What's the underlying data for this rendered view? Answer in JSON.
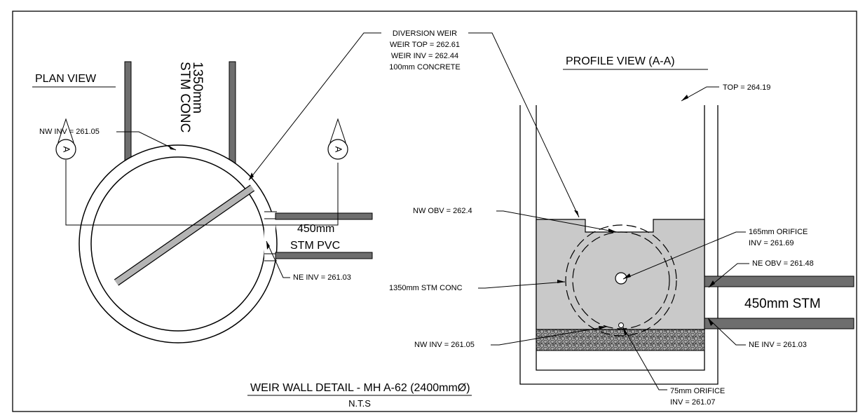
{
  "plan": {
    "title": "PLAN VIEW",
    "pipe_top_line1": "1350mm",
    "pipe_top_line2": "STM CONC",
    "pipe_right_line1": "450mm",
    "pipe_right_line2": "STM PVC",
    "nw_inv": "NW INV = 261.05",
    "ne_inv": "NE INV = 261.03",
    "section_marker": "A"
  },
  "weir_callout": {
    "line1": "DIVERSION WEIR",
    "line2": "WEIR TOP = 262.61",
    "line3": "WEIR INV = 262.44",
    "line4": "100mm CONCRETE"
  },
  "profile": {
    "title": "PROFILE VIEW (A-A)",
    "top": "TOP = 264.19",
    "nw_obv": "NW OBV = 262.4",
    "orifice_165_line1": "165mm ORIFICE",
    "orifice_165_line2": "INV = 261.69",
    "ne_obv": "NE OBV = 261.48",
    "pipe_right_label": "450mm STM",
    "conc_label": "1350mm STM CONC",
    "nw_inv": "NW INV = 261.05",
    "ne_inv": "NE INV = 261.03",
    "orifice_75_line1": "75mm ORIFICE",
    "orifice_75_line2": "INV = 261.07"
  },
  "footer": {
    "title": "WEIR WALL DETAIL - MH A-62 (2400mmØ)",
    "subtitle": "N.T.S"
  }
}
